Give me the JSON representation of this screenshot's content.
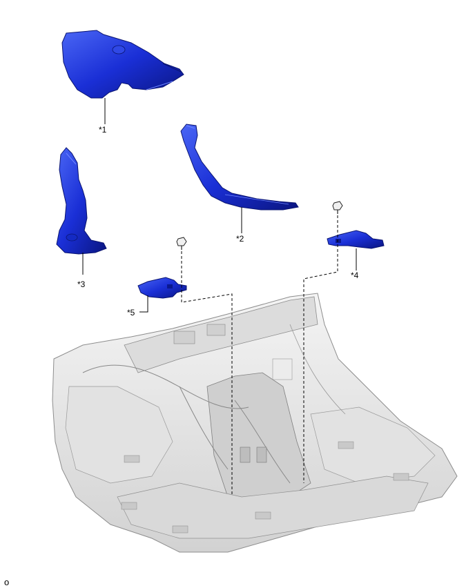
{
  "diagram": {
    "callouts": [
      {
        "id": "part-1",
        "label": "*1"
      },
      {
        "id": "part-2",
        "label": "*2"
      },
      {
        "id": "part-3",
        "label": "*3"
      },
      {
        "id": "part-4",
        "label": "*4"
      },
      {
        "id": "part-5",
        "label": "*5"
      }
    ],
    "colors": {
      "part_fill": "#1a2fd6",
      "part_dark": "#0b1890",
      "part_light": "#3f5cf0",
      "floor_fill": "#e6e6e6",
      "floor_line": "#9a9a9a",
      "leader": "#000000"
    }
  },
  "footer": {
    "code": "o"
  }
}
